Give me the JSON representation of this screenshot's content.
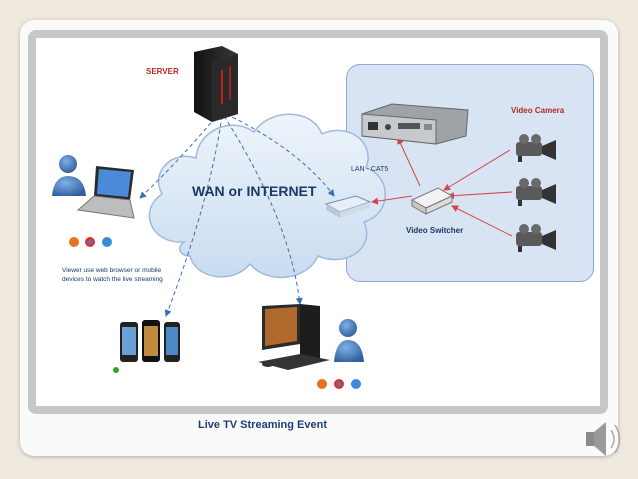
{
  "diagram": {
    "server_label": "SERVER",
    "wan_label": "WAN or INTERNET",
    "lan_label": "LAN - CAT5",
    "video_camera_label": "Video Camera",
    "video_switcher_label": "Video Switcher",
    "viewer_note": "Viewer use web browser or mobile devices to watch the live streaming"
  },
  "caption": "Live TV Streaming Event",
  "colors": {
    "background": "#efe9df",
    "panel": "#d8e4f4",
    "panel_border": "#8da8d4",
    "cloud": "#dbe8f6",
    "dashed_link": "#3a6fb0",
    "red_link": "#d64545",
    "label_red": "#b42a20",
    "label_blue": "#1c3a63",
    "caption": "#1f3b78"
  },
  "icons": [
    "server-icon",
    "cloud-icon",
    "router-icon",
    "encoder-box-icon",
    "video-switcher-icon",
    "video-camera-icon",
    "person-icon",
    "laptop-icon",
    "desktop-computer-icon",
    "mobile-phone-icon",
    "firefox-icon",
    "chrome-icon",
    "internet-explorer-icon",
    "speaker-icon"
  ]
}
